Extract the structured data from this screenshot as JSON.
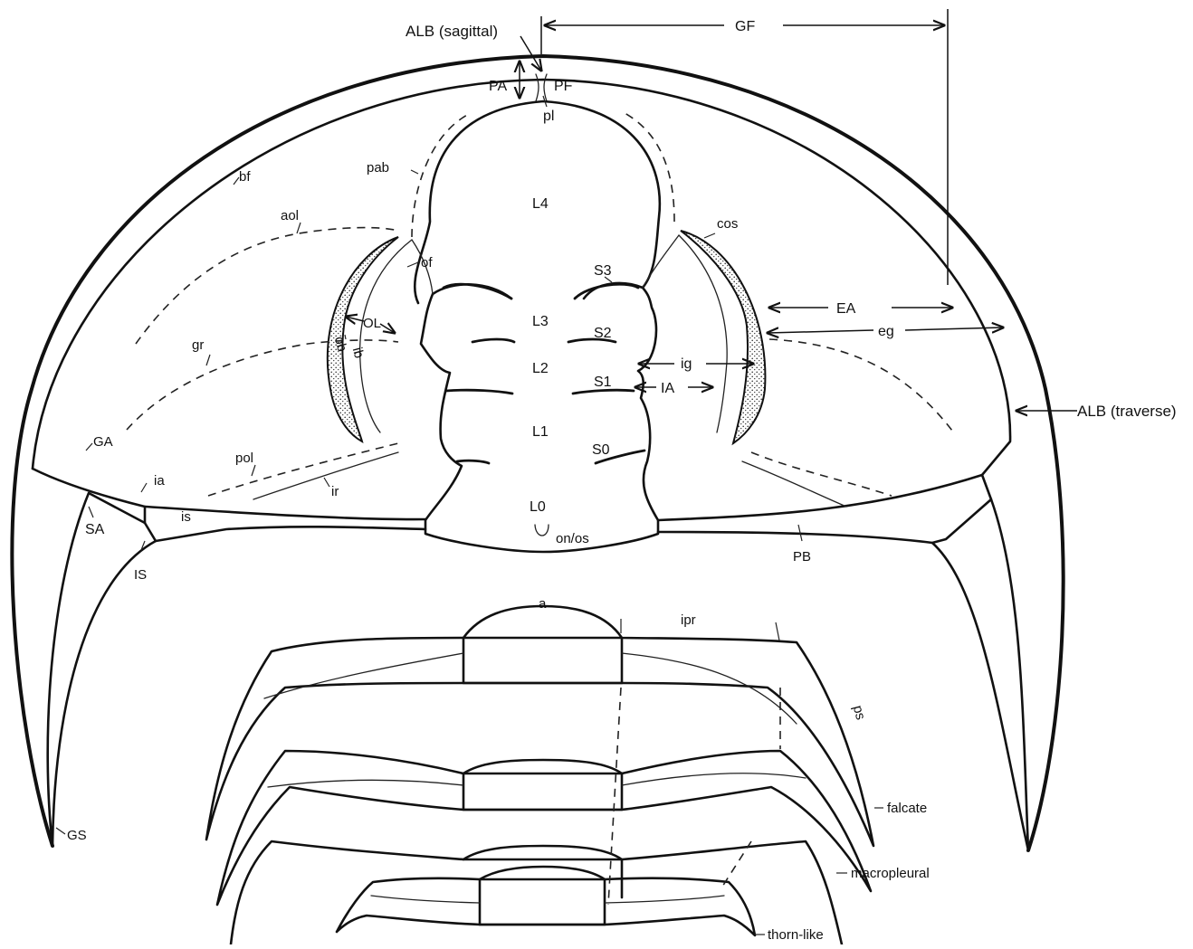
{
  "labels": {
    "alb_sagittal": "ALB (sagittal)",
    "alb_traverse": "ALB (traverse)",
    "gf": "GF",
    "pa": "PA",
    "pf": "PF",
    "pl": "pl",
    "pab": "pab",
    "bf": "bf",
    "aol": "aol",
    "l4": "L4",
    "cos": "cos",
    "of": "of",
    "s3": "S3",
    "ol": "OL",
    "l3": "L3",
    "s2": "S2",
    "ea": "EA",
    "eg": "eg",
    "ob": "ob",
    "ib": "ib",
    "gr": "gr",
    "l2": "L2",
    "ig": "ig",
    "s1": "S1",
    "ia_upper": "IA",
    "l1": "L1",
    "ga": "GA",
    "pol": "pol",
    "s0": "S0",
    "ia": "ia",
    "ir": "ir",
    "l0": "L0",
    "sa": "SA",
    "is": "is",
    "on_os": "on/os",
    "pb": "PB",
    "is_spine": "IS",
    "a": "a",
    "ipr": "ipr",
    "ps": "ps",
    "falcate": "falcate",
    "gs": "GS",
    "macropleural": "macropleural",
    "thorn_like": "thorn-like"
  }
}
